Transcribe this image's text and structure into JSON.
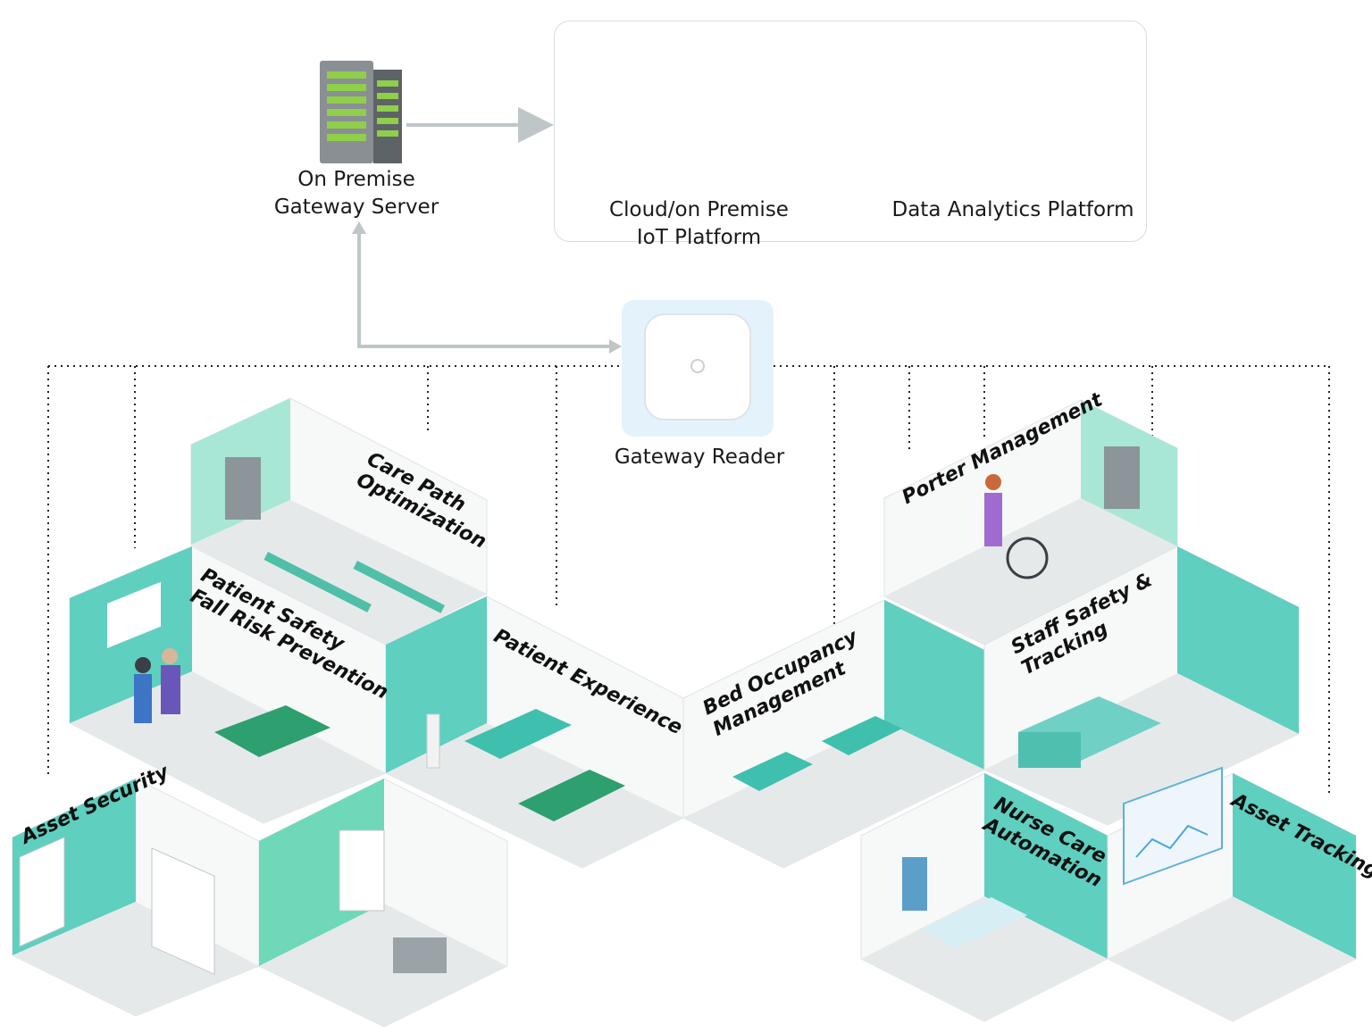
{
  "nodes": {
    "gateway_server": {
      "line1": "On Premise",
      "line2": "Gateway Server"
    },
    "iot_platform": {
      "line1": "Cloud/on Premise",
      "line2": "IoT Platform"
    },
    "analytics_platform": {
      "label": "Data Analytics Platform"
    },
    "gateway_reader": {
      "label": "Gateway Reader"
    }
  },
  "rooms": {
    "care_path": {
      "line1": "Care Path",
      "line2": "Optimization"
    },
    "patient_safety": {
      "line1": "Patient Safety",
      "line2": "Fall Risk Prevention"
    },
    "patient_experience": {
      "label": "Patient Experience"
    },
    "asset_security": {
      "label": "Asset Security"
    },
    "bed_occupancy": {
      "line1": "Bed Occupancy",
      "line2": "Management"
    },
    "porter_management": {
      "label": "Porter Management"
    },
    "staff_safety": {
      "line1": "Staff Safety &",
      "line2": "Tracking"
    },
    "nurse_care": {
      "line1": "Nurse Care",
      "line2": "Automation"
    },
    "asset_tracking": {
      "label": "Asset Tracking"
    }
  },
  "colors": {
    "teal_wall": "#5fcfbf",
    "mint_wall": "#a8e6d6",
    "floor": "#e6e9ea",
    "wall_white": "#f7f8f8",
    "connector": "#bfc6c8",
    "dotted_line": "#222222",
    "reader_bg": "#e4f3fb"
  }
}
